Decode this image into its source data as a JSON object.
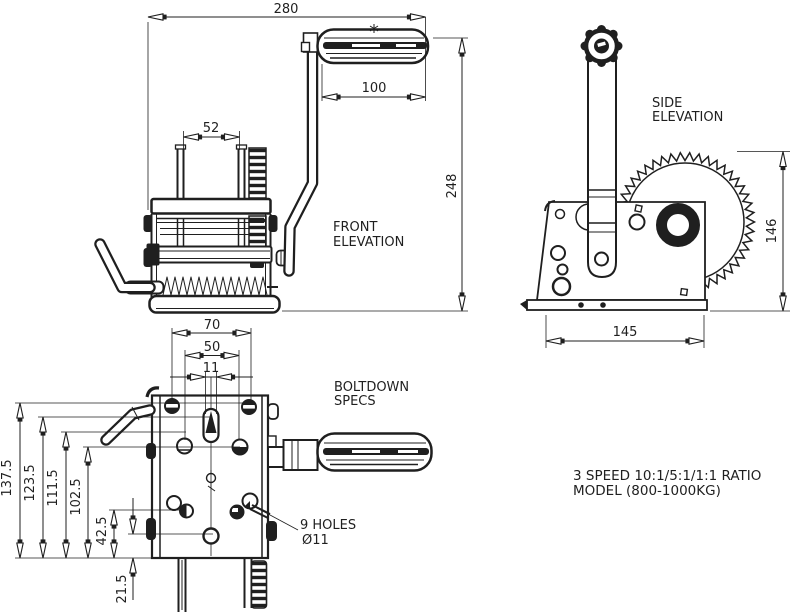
{
  "views": {
    "front": {
      "label": [
        "FRONT",
        "ELEVATION"
      ],
      "dims": {
        "overall_width": "280",
        "grip_length": "100",
        "drum_width": "52",
        "overall_height": "248"
      }
    },
    "side": {
      "label": [
        "SIDE",
        "ELEVATION"
      ],
      "dims": {
        "wheel_height": "146",
        "base_depth": "145"
      }
    },
    "boltdown": {
      "label": [
        "BOLTDOWN",
        "SPECS"
      ],
      "dims_horizontal": {
        "outer_spacing": "70",
        "inner_spacing": "50",
        "slot_width": "11"
      },
      "dims_vertical": [
        "137.5",
        "123.5",
        "111.5",
        "102.5",
        "42.5",
        "21.5"
      ],
      "callout": [
        "9 HOLES",
        "Ø11"
      ]
    }
  },
  "note": [
    "3 SPEED 10:1/5:1/1:1 RATIO",
    "MODEL (800-1000KG)"
  ],
  "colors": {
    "line": "#1f1f1f",
    "background": "#ffffff"
  }
}
